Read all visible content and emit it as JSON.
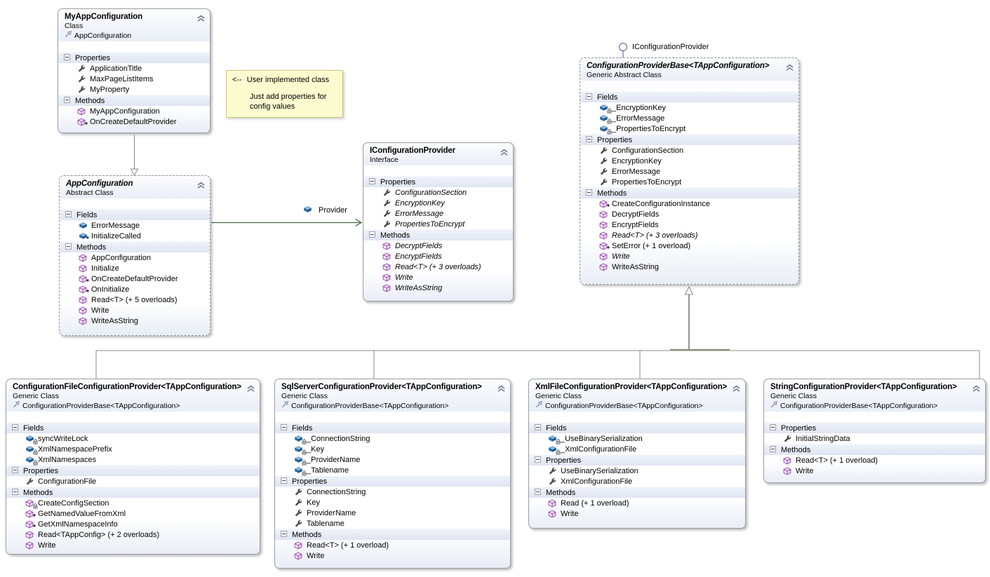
{
  "diagram_kind": "Visual Studio class diagram",
  "colors": {
    "inheritance_line": "#8b8b7c",
    "association_line": "#3c6b3c",
    "comment_bg": "#fbfbcf",
    "comment_border": "#c6c67f",
    "field_icon_blue": "#2f6fa7",
    "property_icon_gray": "#4a4a4a",
    "method_icon_purple": "#9643a8",
    "lollipop_stroke": "#6e6eaa",
    "compartment_band": "#e3e8f4"
  },
  "comment": {
    "arrow": "<--",
    "title": "User implemented class",
    "body_line1": "Just add properties for",
    "body_line2": "config values"
  },
  "association": {
    "label": "Provider"
  },
  "classes": [
    {
      "id": "myapp",
      "title": "MyAppConfiguration",
      "kind": "Class",
      "base": "AppConfiguration",
      "abstract": false,
      "compartments": [
        {
          "label": "Properties",
          "items": [
            {
              "name": "ApplicationTitle",
              "icon": "property"
            },
            {
              "name": "MaxPageListItems",
              "icon": "property"
            },
            {
              "name": "MyProperty",
              "icon": "property"
            }
          ]
        },
        {
          "label": "Methods",
          "items": [
            {
              "name": "MyAppConfiguration",
              "icon": "method"
            },
            {
              "name": "OnCreateDefaultProvider",
              "icon": "method",
              "mod": "protected"
            }
          ]
        }
      ]
    },
    {
      "id": "appconfig",
      "title": "AppConfiguration",
      "kind": "Abstract Class",
      "abstract": true,
      "compartments": [
        {
          "label": "Fields",
          "items": [
            {
              "name": "ErrorMessage",
              "icon": "field"
            },
            {
              "name": "InitializeCalled",
              "icon": "field",
              "mod": "protected"
            }
          ]
        },
        {
          "label": "Methods",
          "items": [
            {
              "name": "AppConfiguration",
              "icon": "method"
            },
            {
              "name": "Initialize",
              "icon": "method"
            },
            {
              "name": "OnCreateDefaultProvider",
              "icon": "method",
              "mod": "protected"
            },
            {
              "name": "OnInitialize",
              "icon": "method",
              "mod": "protected"
            },
            {
              "name": "Read<T> (+ 5 overloads)",
              "icon": "method"
            },
            {
              "name": "Write",
              "icon": "method"
            },
            {
              "name": "WriteAsString",
              "icon": "method"
            }
          ]
        }
      ]
    },
    {
      "id": "iface",
      "title": "IConfigurationProvider",
      "kind": "Interface",
      "abstract": false,
      "compartments": [
        {
          "label": "Properties",
          "items": [
            {
              "name": "ConfigurationSection",
              "icon": "property",
              "italic": true
            },
            {
              "name": "EncryptionKey",
              "icon": "property",
              "italic": true
            },
            {
              "name": "ErrorMessage",
              "icon": "property",
              "italic": true
            },
            {
              "name": "PropertiesToEncrypt",
              "icon": "property",
              "italic": true
            }
          ]
        },
        {
          "label": "Methods",
          "items": [
            {
              "name": "DecryptFields",
              "icon": "method",
              "italic": true
            },
            {
              "name": "EncryptFields",
              "icon": "method",
              "italic": true
            },
            {
              "name": "Read<T> (+ 3 overloads)",
              "icon": "method",
              "italic": true
            },
            {
              "name": "Write",
              "icon": "method",
              "italic": true
            },
            {
              "name": "WriteAsString",
              "icon": "method",
              "italic": true
            }
          ]
        }
      ]
    },
    {
      "id": "base",
      "title": "ConfigurationProviderBase<TAppConfiguration>",
      "kind": "Generic Abstract Class",
      "abstract": true,
      "lollipop": "IConfigurationProvider",
      "compartments": [
        {
          "label": "Fields",
          "items": [
            {
              "name": "_EncryptionKey",
              "icon": "field",
              "mod": "private"
            },
            {
              "name": "_ErrorMessage",
              "icon": "field",
              "mod": "private"
            },
            {
              "name": "_PropertiesToEncrypt",
              "icon": "field",
              "mod": "private"
            }
          ]
        },
        {
          "label": "Properties",
          "items": [
            {
              "name": "ConfigurationSection",
              "icon": "property"
            },
            {
              "name": "EncryptionKey",
              "icon": "property"
            },
            {
              "name": "ErrorMessage",
              "icon": "property"
            },
            {
              "name": "PropertiesToEncrypt",
              "icon": "property"
            }
          ]
        },
        {
          "label": "Methods",
          "items": [
            {
              "name": "CreateConfigurationInstance",
              "icon": "method",
              "mod": "protected"
            },
            {
              "name": "DecryptFields",
              "icon": "method"
            },
            {
              "name": "EncryptFields",
              "icon": "method"
            },
            {
              "name": "Read<T> (+ 3 overloads)",
              "icon": "method",
              "italic": true
            },
            {
              "name": "SetError (+ 1 overload)",
              "icon": "method",
              "mod": "protected"
            },
            {
              "name": "Write",
              "icon": "method",
              "italic": true
            },
            {
              "name": "WriteAsString",
              "icon": "method"
            }
          ]
        }
      ]
    },
    {
      "id": "fileprov",
      "title": "ConfigurationFileConfigurationProvider<TAppConfiguration>",
      "kind": "Generic Class",
      "base": "ConfigurationProviderBase<TAppConfiguration>",
      "abstract": false,
      "compartments": [
        {
          "label": "Fields",
          "items": [
            {
              "name": "syncWriteLock",
              "icon": "field",
              "mod": "private"
            },
            {
              "name": "XmlNamespacePrefix",
              "icon": "field",
              "mod": "private"
            },
            {
              "name": "XmlNamespaces",
              "icon": "field",
              "mod": "private"
            }
          ]
        },
        {
          "label": "Properties",
          "items": [
            {
              "name": "ConfigurationFile",
              "icon": "property"
            }
          ]
        },
        {
          "label": "Methods",
          "items": [
            {
              "name": "CreateConfigSection",
              "icon": "method",
              "mod": "private"
            },
            {
              "name": "GetNamedValueFromXml",
              "icon": "method",
              "mod": "protected"
            },
            {
              "name": "GetXmlNamespaceInfo",
              "icon": "method",
              "mod": "protected"
            },
            {
              "name": "Read<TAppConfig> (+ 2 overloads)",
              "icon": "method"
            },
            {
              "name": "Write",
              "icon": "method"
            }
          ]
        }
      ]
    },
    {
      "id": "sqlprov",
      "title": "SqlServerConfigurationProvider<TAppConfiguration>",
      "kind": "Generic Class",
      "base": "ConfigurationProviderBase<TAppConfiguration>",
      "abstract": false,
      "compartments": [
        {
          "label": "Fields",
          "items": [
            {
              "name": "_ConnectionString",
              "icon": "field",
              "mod": "private"
            },
            {
              "name": "_Key",
              "icon": "field",
              "mod": "private"
            },
            {
              "name": "_ProviderName",
              "icon": "field",
              "mod": "private"
            },
            {
              "name": "_Tablename",
              "icon": "field",
              "mod": "private"
            }
          ]
        },
        {
          "label": "Properties",
          "items": [
            {
              "name": "ConnectionString",
              "icon": "property"
            },
            {
              "name": "Key",
              "icon": "property"
            },
            {
              "name": "ProviderName",
              "icon": "property"
            },
            {
              "name": "Tablename",
              "icon": "property"
            }
          ]
        },
        {
          "label": "Methods",
          "items": [
            {
              "name": "Read<T> (+ 1 overload)",
              "icon": "method"
            },
            {
              "name": "Write",
              "icon": "method"
            }
          ]
        }
      ]
    },
    {
      "id": "xmlprov",
      "title": "XmlFileConfigurationProvider<TAppConfiguration>",
      "kind": "Generic Class",
      "base": "ConfigurationProviderBase<TAppConfiguration>",
      "abstract": false,
      "compartments": [
        {
          "label": "Fields",
          "items": [
            {
              "name": "_UseBinarySerialization",
              "icon": "field",
              "mod": "private"
            },
            {
              "name": "_XmlConfigurationFile",
              "icon": "field",
              "mod": "private"
            }
          ]
        },
        {
          "label": "Properties",
          "items": [
            {
              "name": "UseBinarySerialization",
              "icon": "property"
            },
            {
              "name": "XmlConfigurationFile",
              "icon": "property"
            }
          ]
        },
        {
          "label": "Methods",
          "items": [
            {
              "name": "Read (+ 1 overload)",
              "icon": "method"
            },
            {
              "name": "Write",
              "icon": "method"
            }
          ]
        }
      ]
    },
    {
      "id": "strprov",
      "title": "StringConfigurationProvider<TAppConfiguration>",
      "kind": "Generic Class",
      "base": "ConfigurationProviderBase<TAppConfiguration>",
      "abstract": false,
      "compartments": [
        {
          "label": "Properties",
          "items": [
            {
              "name": "InitialStringData",
              "icon": "property"
            }
          ]
        },
        {
          "label": "Methods",
          "items": [
            {
              "name": "Read<T> (+ 1 overload)",
              "icon": "method"
            },
            {
              "name": "Write",
              "icon": "method"
            }
          ]
        }
      ]
    }
  ]
}
